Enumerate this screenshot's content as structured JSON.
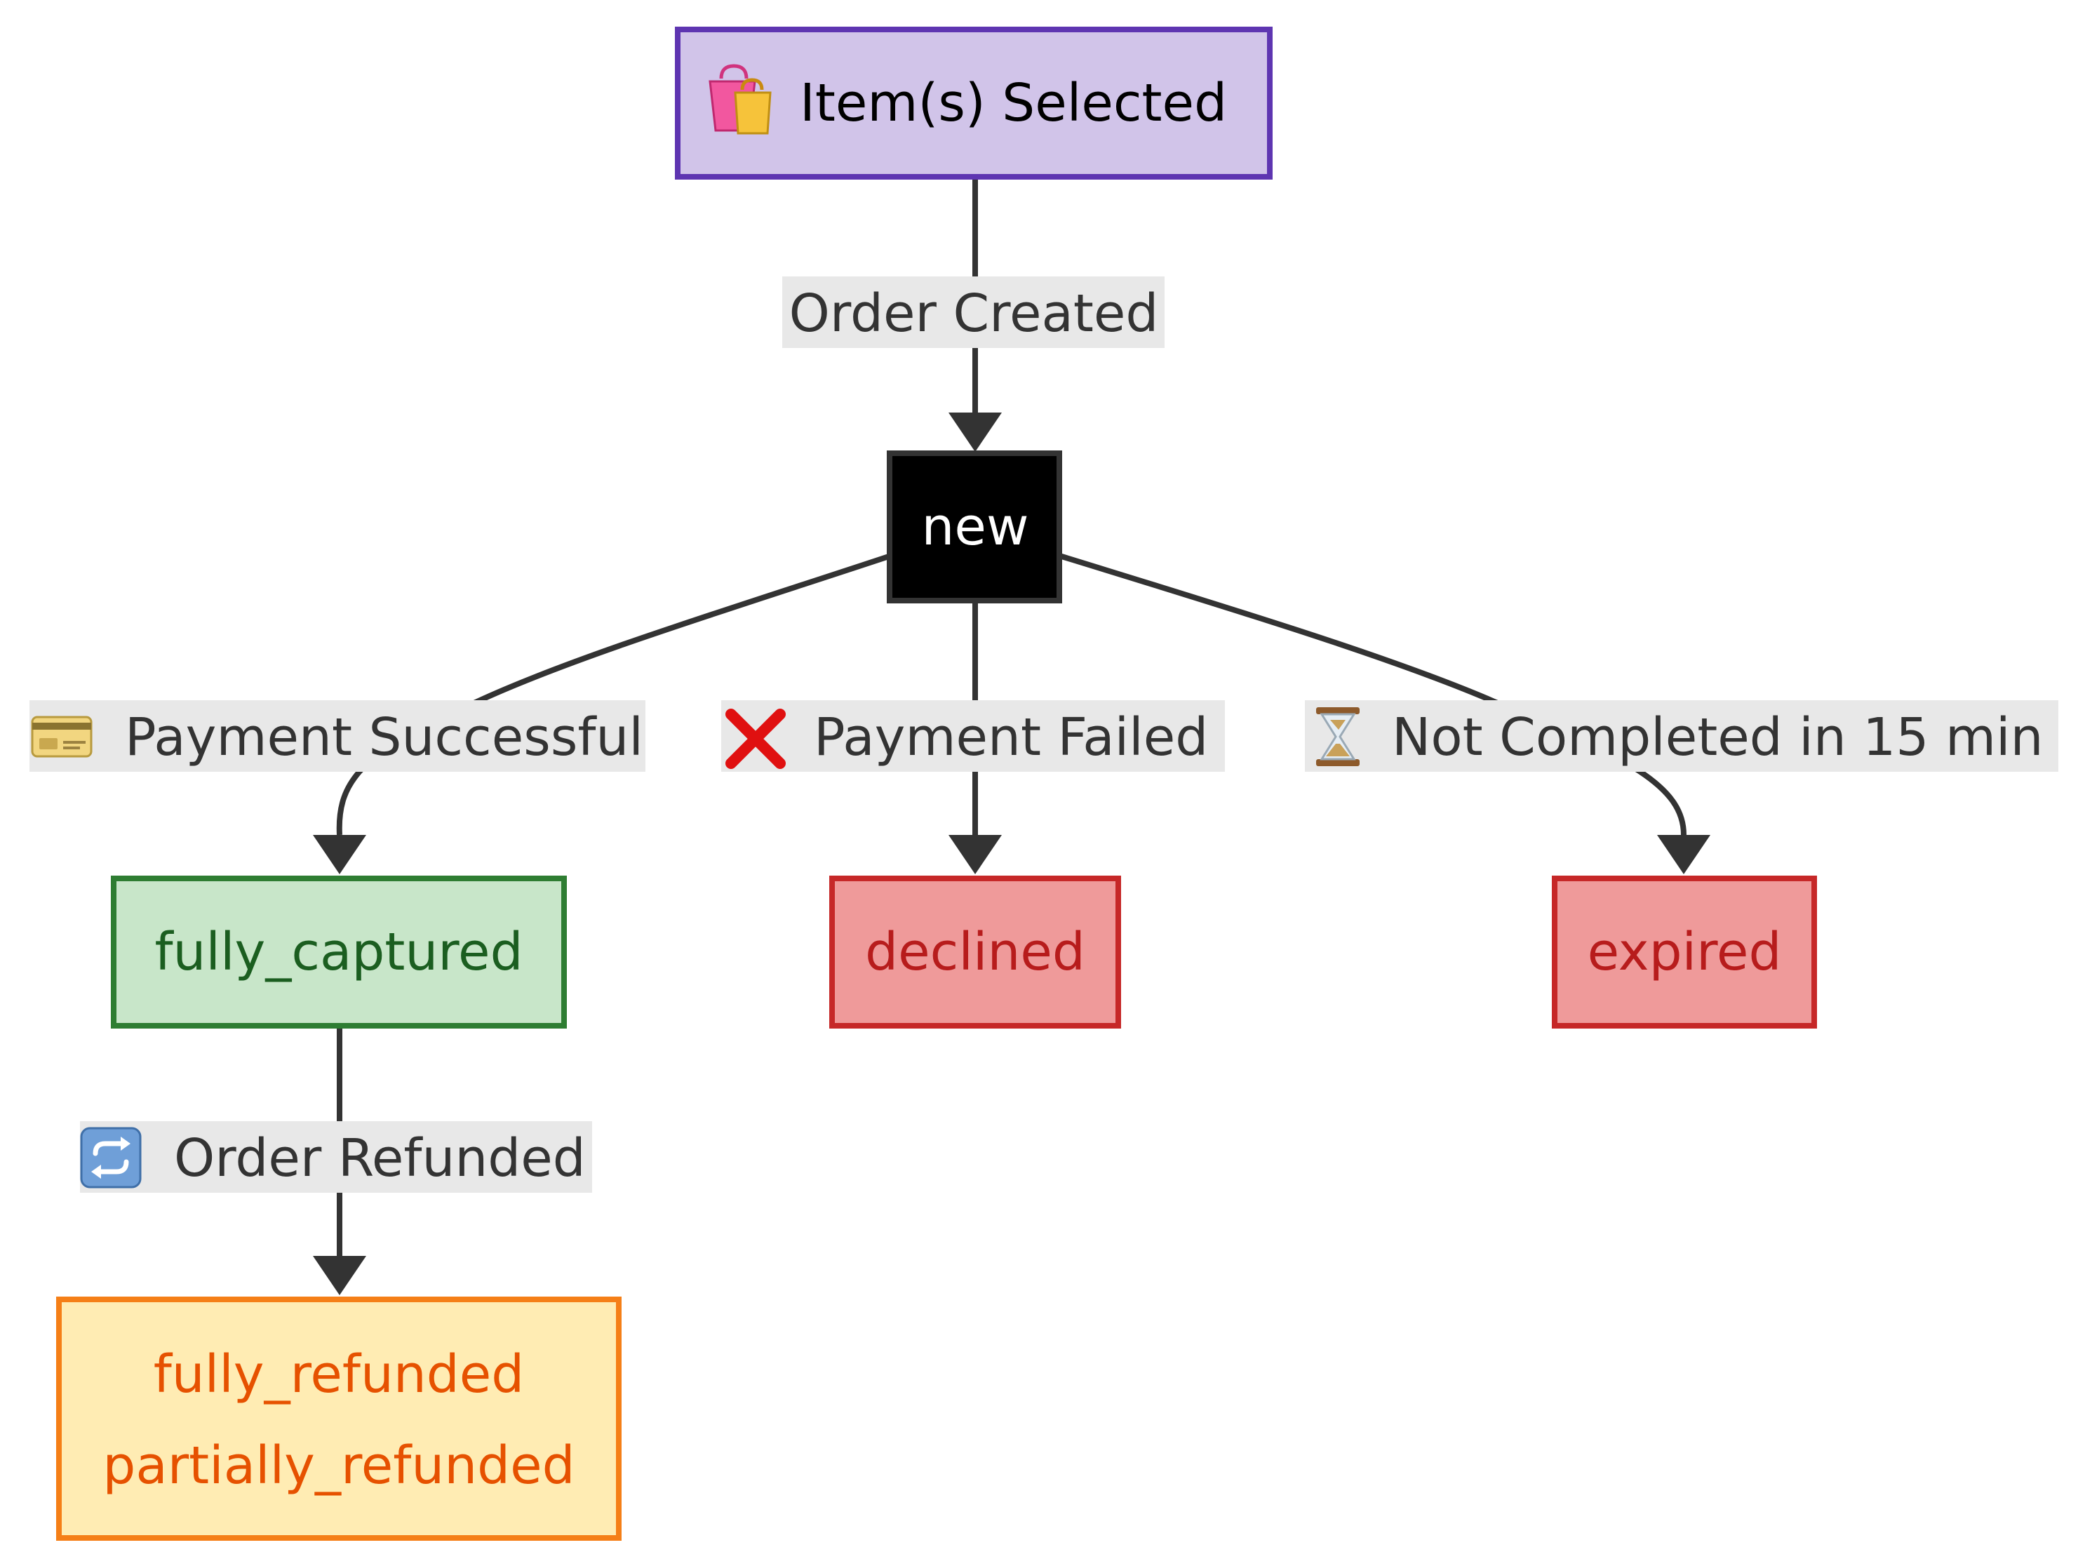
{
  "nodes": {
    "selected": {
      "label": "Item(s) Selected",
      "icon": "shopping-bags-icon",
      "fill": "#d1c4e9",
      "stroke": "#5e35b1",
      "text_color": "#000000"
    },
    "new": {
      "label": "new",
      "fill": "#000000",
      "stroke": "#333333",
      "text_color": "#ffffff"
    },
    "fully_captured": {
      "label": "fully_captured",
      "fill": "#c8e6c9",
      "stroke": "#2e7d32",
      "text_color": "#1b5e20"
    },
    "declined": {
      "label": "declined",
      "fill": "#ef9a9a",
      "stroke": "#c62828",
      "text_color": "#b71c1c"
    },
    "expired": {
      "label": "expired",
      "fill": "#ef9a9a",
      "stroke": "#c62828",
      "text_color": "#b71c1c"
    },
    "refunded": {
      "label_line1": "fully_refunded",
      "label_line2": "partially_refunded",
      "fill": "#ffecb3",
      "stroke": "#f57f17",
      "text_color": "#e65100"
    }
  },
  "edges": {
    "order_created": {
      "label": "Order Created"
    },
    "payment_successful": {
      "label": "Payment Successful",
      "icon": "credit-card-icon"
    },
    "payment_failed": {
      "label": "Payment Failed",
      "icon": "cross-mark-icon"
    },
    "not_completed": {
      "label": "Not Completed in 15 min",
      "icon": "hourglass-icon"
    },
    "order_refunded": {
      "label": "Order Refunded",
      "icon": "repeat-icon"
    }
  },
  "colors": {
    "edge": "#333333",
    "edge_label_bg": "#e8e8e8"
  }
}
